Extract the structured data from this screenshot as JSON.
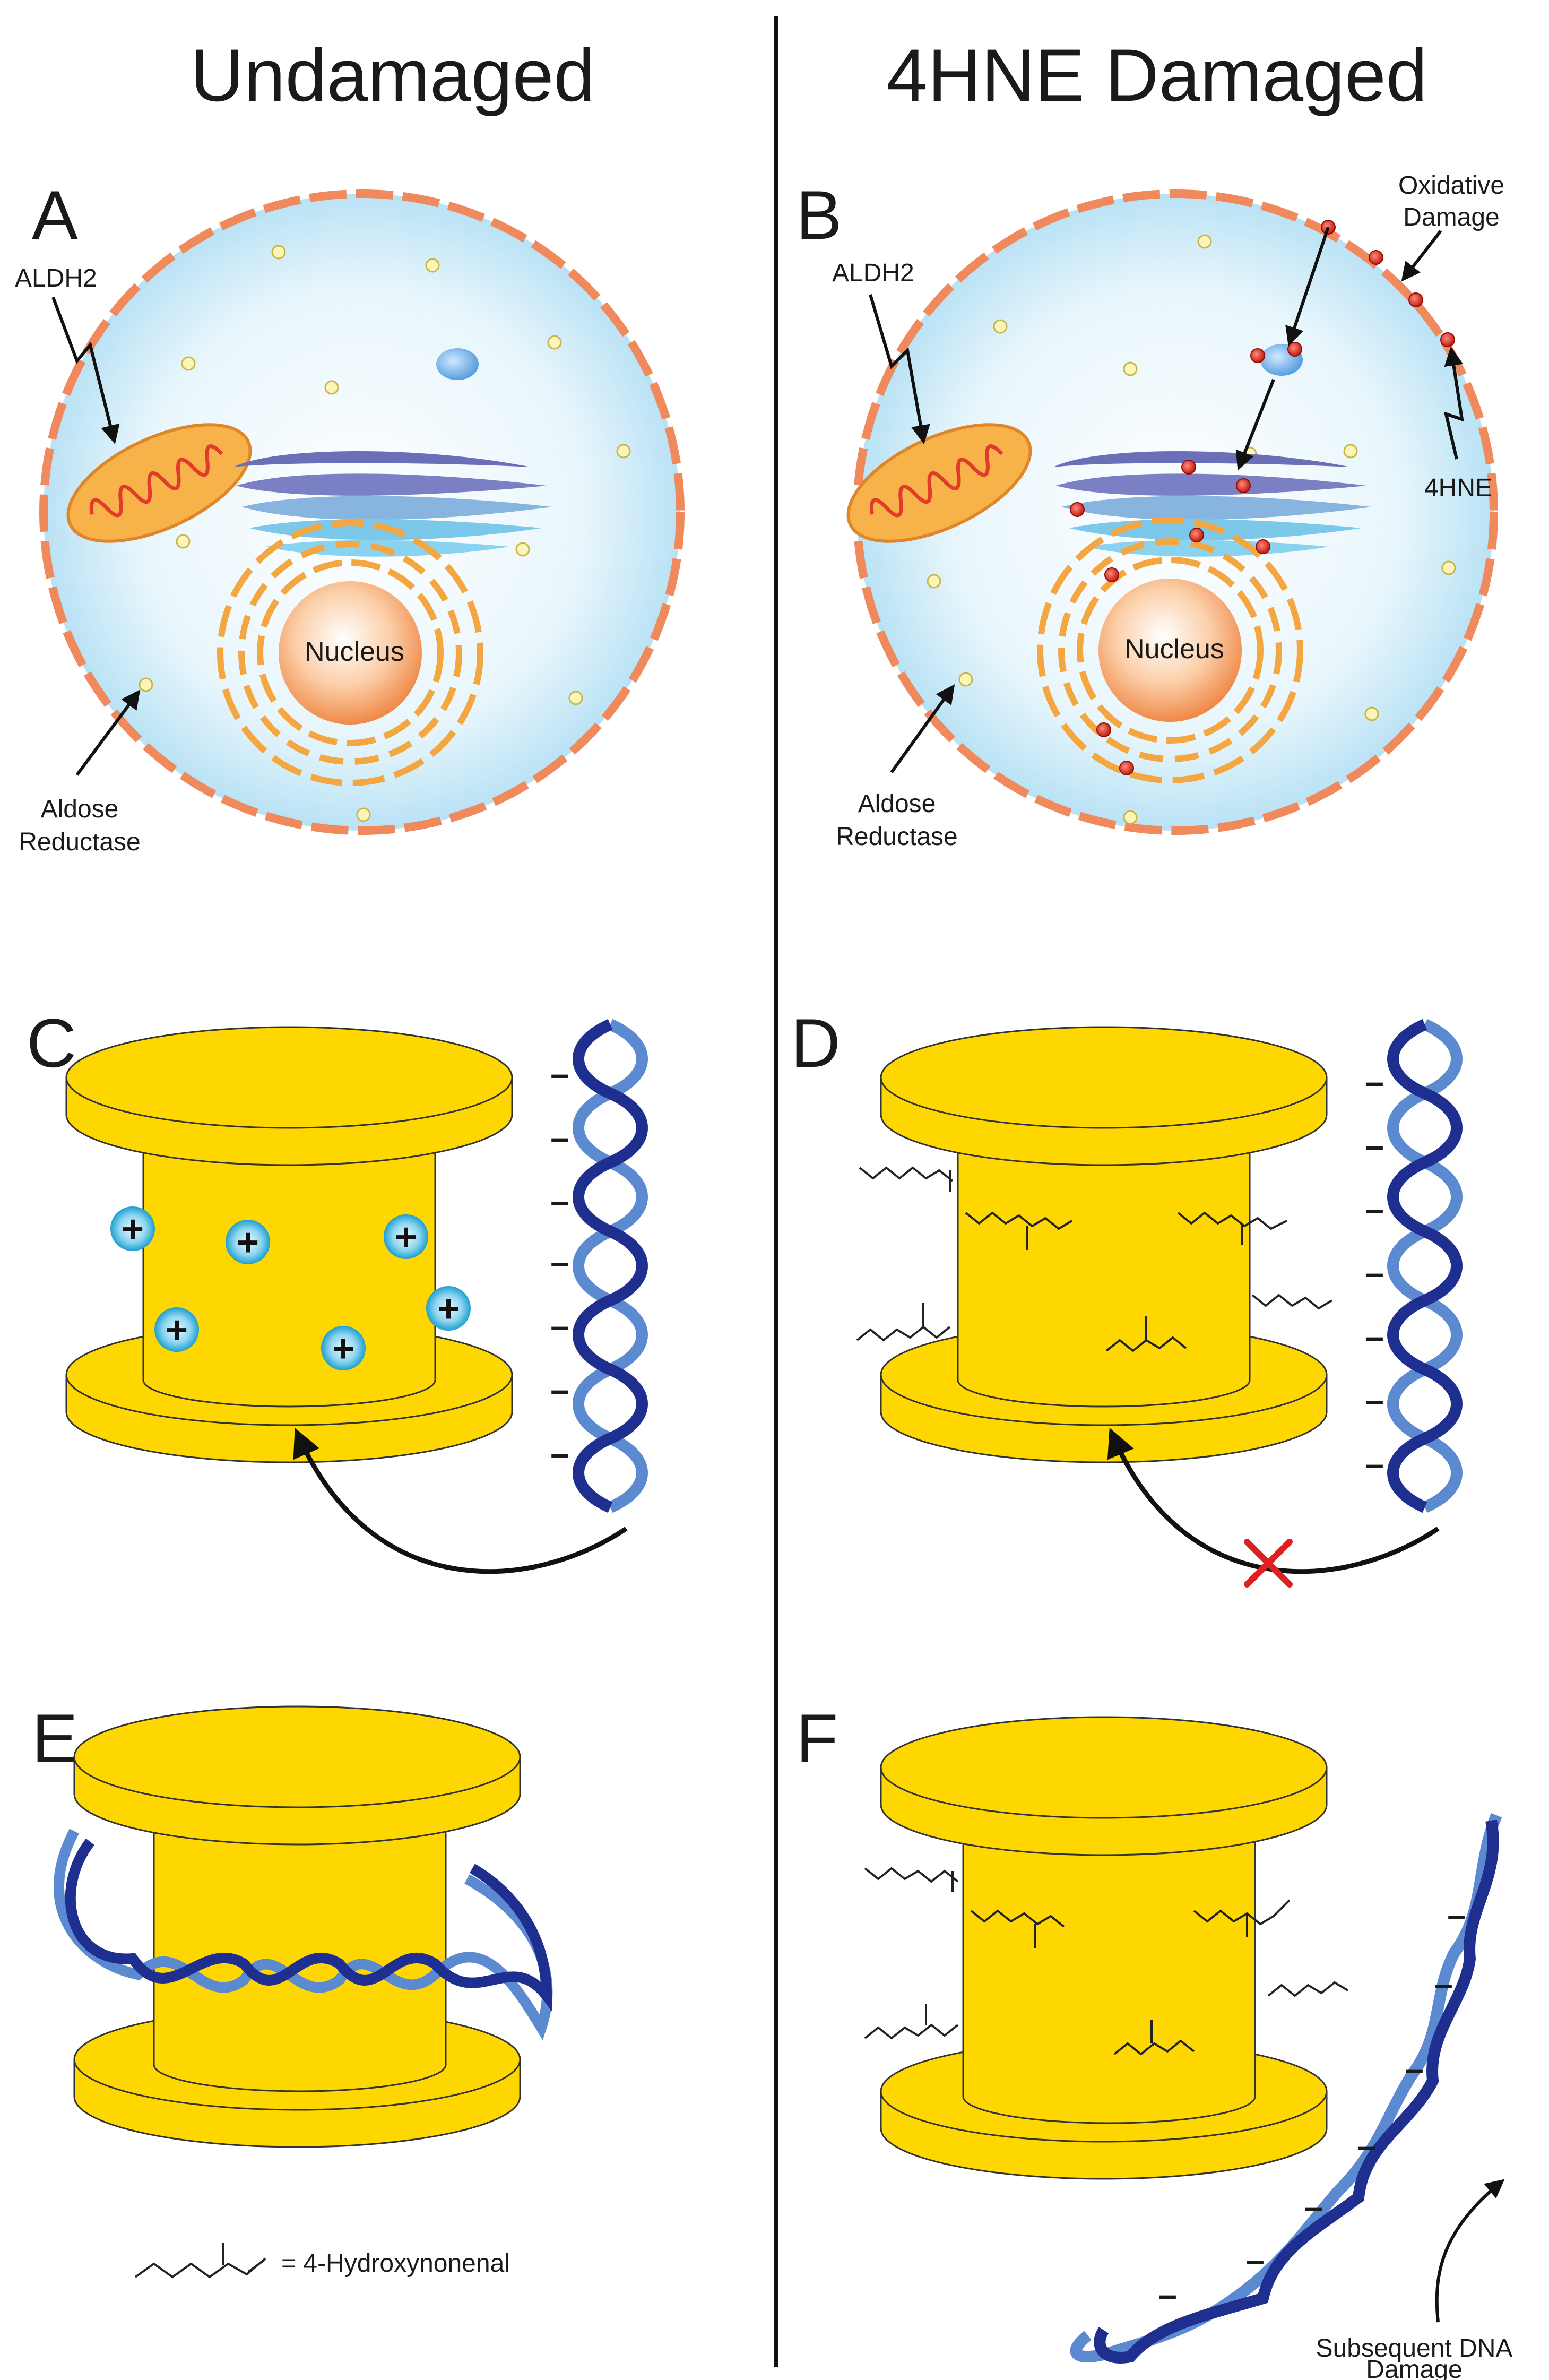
{
  "columns": {
    "left_title": "Undamaged",
    "right_title": "4HNE Damaged"
  },
  "panels": {
    "A": "A",
    "B": "B",
    "C": "C",
    "D": "D",
    "E": "E",
    "F": "F"
  },
  "labels": {
    "aldh2": "ALDH2",
    "aldose_1": "Aldose",
    "aldose_2": "Reductase",
    "nucleus": "Nucleus",
    "oxidative_1": "Oxidative",
    "oxidative_2": "Damage",
    "hne": "4HNE",
    "legend": "= 4-Hydroxynonenal",
    "subsequent_1": "Subsequent DNA",
    "subsequent_2": "Damage",
    "minus": "–",
    "plus": "+"
  },
  "colors": {
    "membrane": "#f08a5d",
    "cytoplasm": "#dff2fb",
    "nucleus": "#f6a46a",
    "er": "#f4a640",
    "golgi_dark": "#6a6fb8",
    "golgi_light": "#7cc8ea",
    "mito": "#f5a13a",
    "histone": "#ffd700",
    "histone_edge": "#333333",
    "dna_dark": "#1f2f8f",
    "dna_light": "#5b8ad0",
    "hne_dot": "#d9261c",
    "positive": "#2aa9d6",
    "cross": "#e02020"
  }
}
